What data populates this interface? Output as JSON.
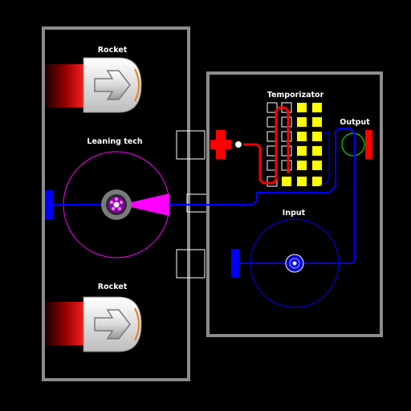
{
  "left_panel": {
    "top_rocket_label": "Rocket",
    "leaning_label": "Leaning tech",
    "bottom_rocket_label": "Rocket"
  },
  "right_panel": {
    "temporizator_label": "Temporizator",
    "output_label": "Output",
    "input_label": "Input"
  },
  "colors": {
    "frame": "#8c8c8c",
    "wire_blue": "#0000ff",
    "wire_red": "#ff0000",
    "magenta": "#ff00ff",
    "yellow_cell": "#ffff00",
    "output_ring": "#00ff00"
  },
  "icons": [
    "arrow-right-icon",
    "gear-icon",
    "plus-connector-icon"
  ]
}
